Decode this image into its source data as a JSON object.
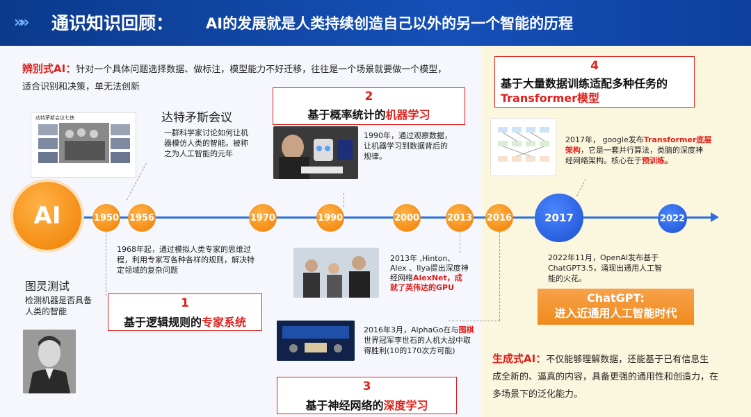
{
  "header": {
    "chevrons": "»»",
    "title": "通识知识回顾：",
    "subtitle": "AI的发展就是人类持续创造自己以外的另一个智能的历程"
  },
  "discriminative": {
    "label": "辨别式AI：",
    "text_line1": "针对一个具体问题选择数据、做标注，模型能力不好迁移，往往是一个场景就要做一个模型，",
    "text_line2": "适合识别和决策，单无法创新"
  },
  "generative": {
    "label": "生成式AI：",
    "text_line1": "不仅能够理解数据，还能基于已有信息生",
    "text_line2": "成全新的、逼真的内容，具备更强的通用性和创造力，在",
    "text_line3": "多场景下的泛化能力。"
  },
  "ai_label": "AI",
  "years": [
    "1950",
    "1956",
    "1970",
    "1990",
    "2000",
    "2013",
    "2016",
    "2017",
    "2022"
  ],
  "dartmouth": {
    "photo_caption": "达特茅斯会议七侠",
    "title": "达特矛斯会议",
    "text_line1": "一群科学家讨论如何让机",
    "text_line2": "器模仿人类的智能。被称",
    "text_line3": "之为人工智能的元年"
  },
  "turing": {
    "title": "图灵测试",
    "text_line1": "检测机器是否具备",
    "text_line2": "人类的智能"
  },
  "expert": {
    "text_line1": "1968年起，通过模拟人类专家的思维过",
    "text_line2": "程，利用专家写各种各样的规则，解决特",
    "text_line3": "定领域的复杂问题"
  },
  "box1": {
    "num": "1",
    "label_a": "基于逻辑规则的",
    "label_b": "专家系统"
  },
  "box2": {
    "num": "2",
    "label_a": "基于概率统计的",
    "label_b": "机器学习"
  },
  "box3": {
    "num": "3",
    "label_a": "基于神经网络的",
    "label_b": "深度学习"
  },
  "box4": {
    "num": "4",
    "label_a": "基于大量数据训练适配多种任务的",
    "label_b": "Transformer模型"
  },
  "ml_text": {
    "line1": "1990年，通过观察数据，",
    "line2": "让机器学习到数据背后的",
    "line3": "规律。"
  },
  "alexnet": {
    "line1": "2013年 ,Hinton、",
    "line2": "Alex 、Ilya提出深度神",
    "line3a": "经网络",
    "line3b": "AlexNet，成",
    "line4": "就了英伟达的GPU"
  },
  "alphago": {
    "line1a": "2016年3月，AlphaGo在与",
    "line1b": "围棋",
    "line2": "世界冠军李世石的人机大战中取",
    "line3": "得胜利(10的170次方可能)"
  },
  "transformer": {
    "line1a": "2017年， google发布",
    "line1b": "Transformer底层",
    "line2a": "架构",
    "line2b": "，它是一套并行算法，类脑的深度神",
    "line3a": "经网络架构。核心在于",
    "line3b": "预训练。"
  },
  "chatgpt_text": {
    "line1": "2022年11月，OpenAI发布基于",
    "line2": "ChatGPT3.5，涌现出通用人工智",
    "line3": "能的火花。"
  },
  "chatgpt_banner": {
    "line1": "ChatGPT:",
    "line2": "进入近通用人工智能时代"
  },
  "colors": {
    "header_bg": "#1550b8",
    "accent_red": "#e0201b",
    "accent_orange": "#f08a1c",
    "timeline_blue": "#2c6fe0",
    "right_panel_bg": "#fbf6de"
  }
}
